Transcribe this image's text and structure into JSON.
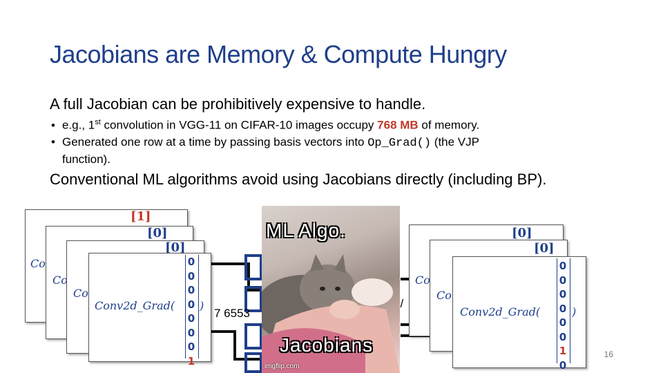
{
  "slide": {
    "title": "Jacobians are Memory & Compute Hungry",
    "line1": "A full Jacobian can be prohibitively expensive to handle.",
    "bullet1": {
      "prefix": "e.g., 1",
      "sup": "st",
      "middle": " convolution in VGG-11 on CIFAR-10 images occupy ",
      "highlight": "768 MB",
      "suffix": " of memory."
    },
    "bullet2": {
      "prefix": "Generated one row at a time by passing basis vectors into ",
      "code": "Op_Grad()",
      "suffix": " (the VJP",
      "line2": "function)."
    },
    "line2": "Conventional ML algorithms avoid using Jacobians directly (including BP).",
    "page_number": "16"
  },
  "diagram": {
    "fn_label": "Conv2d_Grad",
    "stack_label": "Co",
    "left_partial": "7 6553",
    "right_partial": "0/",
    "meme": {
      "top_caption": "ML Algo.",
      "bottom_caption": "Jacobians",
      "watermark": "imgflip.com"
    }
  }
}
